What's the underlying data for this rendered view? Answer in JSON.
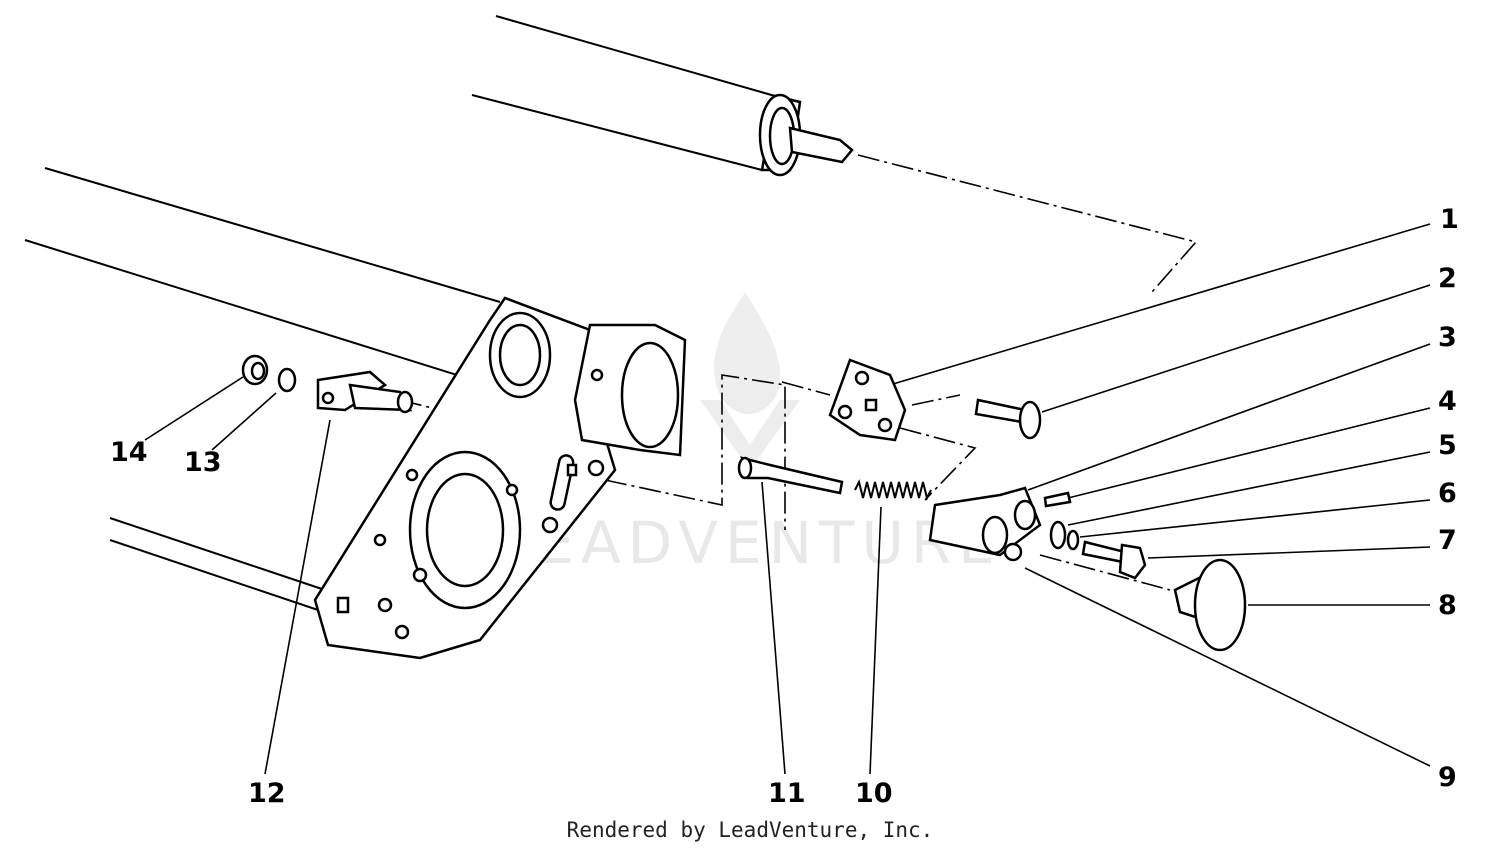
{
  "diagram": {
    "callouts": [
      {
        "label": "1"
      },
      {
        "label": "2"
      },
      {
        "label": "3"
      },
      {
        "label": "4"
      },
      {
        "label": "5"
      },
      {
        "label": "6"
      },
      {
        "label": "7"
      },
      {
        "label": "8"
      },
      {
        "label": "9"
      },
      {
        "label": "10"
      },
      {
        "label": "11"
      },
      {
        "label": "12"
      },
      {
        "label": "13"
      },
      {
        "label": "14"
      }
    ],
    "watermark": "LEADVENTURE"
  },
  "footer": {
    "credit": "Rendered by LeadVenture, Inc."
  }
}
